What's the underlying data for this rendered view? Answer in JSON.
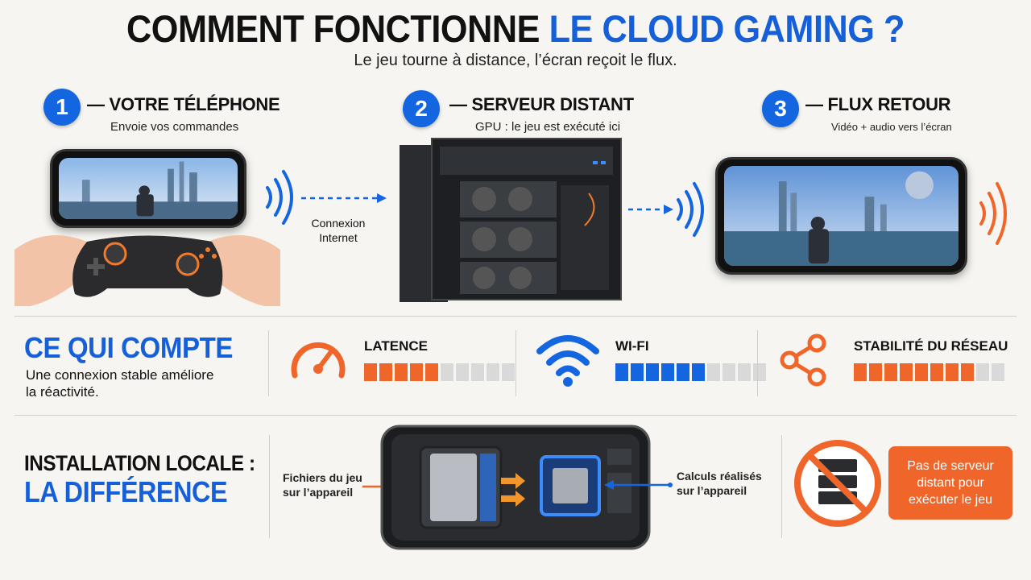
{
  "header": {
    "title_part1": "COMMENT FONCTIONNE",
    "title_part2": "LE CLOUD GAMING ?",
    "subtitle": "Le jeu tourne à distance, l’écran reçoit le flux."
  },
  "steps": [
    {
      "number": "1",
      "title": "— VOTRE TÉLÉPHONE",
      "desc": "Envoie vos commandes"
    },
    {
      "number": "2",
      "title": "— SERVEUR DISTANT",
      "desc": "GPU : le jeu est exécuté ici"
    },
    {
      "number": "3",
      "title": "— FLUX RETOUR",
      "desc": "Vidéo + audio vers l’écran"
    }
  ],
  "connection_label_line1": "Connexion",
  "connection_label_line2": "Internet",
  "what_matters": {
    "title": "CE QUI COMPTE",
    "desc_line1": "Une connexion stable améliore",
    "desc_line2": "la réactivité."
  },
  "metrics": [
    {
      "label": "LATENCE",
      "icon": "speedometer-icon",
      "filled": 5,
      "total": 10,
      "color": "#f0662a"
    },
    {
      "label": "WI-FI",
      "icon": "wifi-icon",
      "filled": 6,
      "total": 10,
      "color": "#1466e0"
    },
    {
      "label": "STABILITÉ DU RÉSEAU",
      "icon": "share-network-icon",
      "filled": 8,
      "total": 10,
      "color": "#f0662a"
    }
  ],
  "local_install": {
    "title_line1": "INSTALLATION LOCALE :",
    "title_line2": "LA DIFFÉRENCE",
    "files_line1": "Fichiers du jeu",
    "files_line2": "sur l’appareil",
    "compute_line1": "Calculs réalisés",
    "compute_line2": "sur l’appareil",
    "no_server_line1": "Pas de serveur",
    "no_server_line2": "distant pour",
    "no_server_line3": "exécuter le jeu"
  },
  "colors": {
    "blue": "#1466e0",
    "orange": "#f0662a",
    "dark": "#111111"
  }
}
